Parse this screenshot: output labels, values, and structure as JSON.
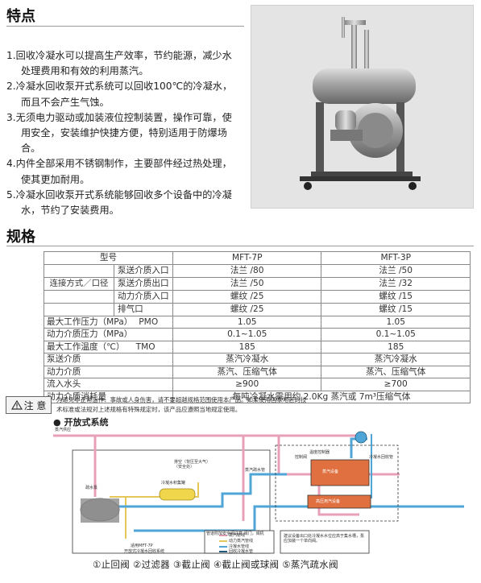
{
  "features": {
    "title": "特点",
    "items": [
      "1.回收冷凝水可以提高生产效率，节约能源，减少水处理费用和有效的利用蒸汽。",
      "2.冷凝水回收泵开式系统可以回收100℃的冷凝水，而且不会产生气蚀。",
      "3.无须电力驱动或加装液位控制装置，操作可靠，使用安全，安装维护快捷方便，特别适用于防爆场合。",
      "4.内件全部采用不锈钢制作，主要部件经过热处理，使其更加耐用。",
      "5.冷凝水回收泵开式系统能够回收多个设备中的冷凝水，节约了安装费用。"
    ]
  },
  "spec": {
    "title": "规格",
    "header": {
      "model": "型号",
      "col1": "MFT-7P",
      "col2": "MFT-3P"
    },
    "conn_group": "连接方式／口径",
    "rows": [
      {
        "label": "泵送介质入口",
        "v1": "法兰 /80",
        "v2": "法兰 /50"
      },
      {
        "label": "泵送介质出口",
        "v1": "法兰 /50",
        "v2": "法兰 /32"
      },
      {
        "label": "动力介质入口",
        "v1": "螺纹 /25",
        "v2": "螺纹 /15"
      },
      {
        "label": "排气口",
        "v1": "螺纹 /25",
        "v2": "螺纹 /15"
      }
    ],
    "pmo": {
      "label": "最大工作压力（MPa）",
      "tag": "PMO",
      "v1": "1.05",
      "v2": "1.05"
    },
    "mp": {
      "label": "动力介质压力（MPa）",
      "v1": "0.1~1.05",
      "v2": "0.1~1.05"
    },
    "tmo": {
      "label": "最大工作温度（℃）",
      "tag": "TMO",
      "v1": "185",
      "v2": "185"
    },
    "pumped": {
      "label": "泵送介质",
      "v1": "蒸汽冷凝水",
      "v2": "蒸汽冷凝水"
    },
    "motive": {
      "label": "动力介质",
      "v1": "蒸汽、压缩气体",
      "v2": "蒸汽、压缩气体"
    },
    "head": {
      "label": "流入水头",
      "v1": "≥900",
      "v2": "≥700"
    },
    "consume": {
      "label": "动力介质消耗量",
      "value": "每吨冷凝水需用约 2.0Kg 蒸汽或 7m³压缩气体"
    }
  },
  "notice": {
    "label": "注 意",
    "line1": "为避免非正常运作、事故或人身伤害，请不要超越规格范围使用本产品。如果使用国家地区的技",
    "line2": "术标准或法规对上述规格有特殊规定时，该产品应遵照当地规定使用。"
  },
  "system": {
    "title": "开放式系统",
    "labels": {
      "steam_supply": "蒸汽供应",
      "recover_tank": "冷凝水回收管",
      "vent": "排空（背压至大气）（安全处）",
      "pump": "疏水泵",
      "pump_model": "适用MFT-7P",
      "pump_desc": "开放式冷凝水回收系统",
      "condensate_tank": "冷凝水积集罐",
      "temp_ctrl": "温度控制器",
      "control_valve": "控制阀",
      "steam_trap_pipe": "蒸汽疏水管",
      "steam_equipment": "蒸汽设备",
      "high_pressure_equipment": "高压用汽设备",
      "mpa_note": "管道附加安全阀注意,阀门，阀机",
      "legend_steam": "蒸汽管线",
      "legend_motive": "动力蒸汽管线",
      "legend_condensate": "冷凝水管线",
      "legend_recovery": "回收冷凝水管",
      "install_note": "建议设备出口处冷凝水水位应高于集水槽，泵应加装一个单向阀。"
    }
  },
  "legend": "①止回阀 ②过滤器 ③截止阀 ④截止阀或球阀 ⑤蒸汽疏水阀",
  "colors": {
    "steam": "#e8a0b8",
    "motive": "#e6c85a",
    "condensate": "#4fa6d6",
    "equipment": "#e07040"
  }
}
